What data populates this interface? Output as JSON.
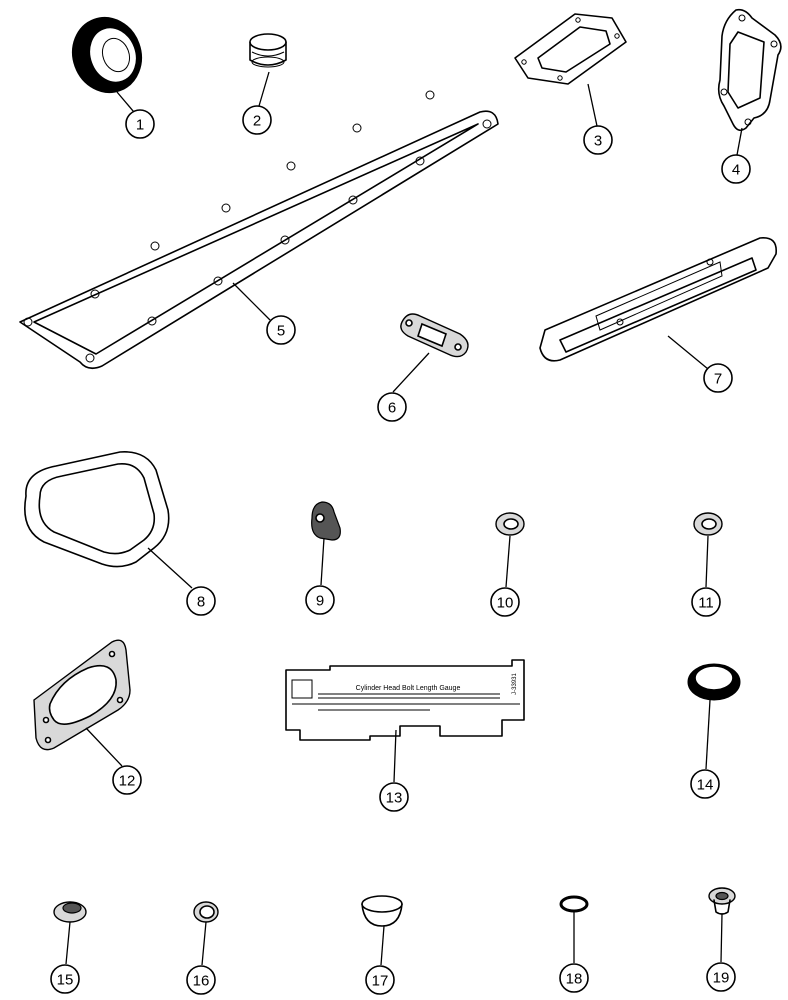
{
  "callouts": [
    {
      "number": "1",
      "part": "seal"
    },
    {
      "number": "2",
      "part": "plug"
    },
    {
      "number": "3",
      "part": "flange-gasket"
    },
    {
      "number": "4",
      "part": "gasket"
    },
    {
      "number": "5",
      "part": "rocker-cover-gasket"
    },
    {
      "number": "6",
      "part": "small-gasket"
    },
    {
      "number": "7",
      "part": "cover-gasket"
    },
    {
      "number": "8",
      "part": "rectangular-gasket"
    },
    {
      "number": "9",
      "part": "clip"
    },
    {
      "number": "10",
      "part": "seal-ring"
    },
    {
      "number": "11",
      "part": "seal-ring"
    },
    {
      "number": "12",
      "part": "plate-gasket"
    },
    {
      "number": "13",
      "part": "length-gauge"
    },
    {
      "number": "14",
      "part": "seal"
    },
    {
      "number": "15",
      "part": "plug"
    },
    {
      "number": "16",
      "part": "washer"
    },
    {
      "number": "17",
      "part": "cup-plug"
    },
    {
      "number": "18",
      "part": "o-ring"
    },
    {
      "number": "19",
      "part": "grommet"
    }
  ],
  "gauge": {
    "title": "Cylinder Head Bolt Length Gauge",
    "part_code": "J-33931"
  }
}
